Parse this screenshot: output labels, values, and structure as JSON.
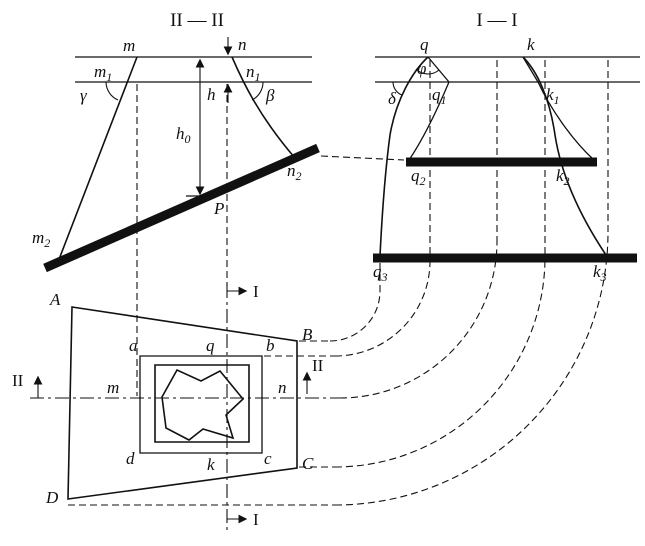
{
  "colors": {
    "ink": "#111111",
    "background": "#ffffff"
  },
  "section_II": {
    "title": "II — II",
    "labels": {
      "m": "m",
      "n": "n",
      "P": "P",
      "gamma": "γ",
      "beta": "β",
      "h": "h",
      "h0_base": "h",
      "h0_sub": "0",
      "m1_base": "m",
      "m1_sub": "1",
      "n1_base": "n",
      "n1_sub": "1",
      "m2_base": "m",
      "m2_sub": "2",
      "n2_base": "n",
      "n2_sub": "2"
    }
  },
  "section_I": {
    "title": "I — I",
    "labels": {
      "q": "q",
      "k": "k",
      "phi": "φ",
      "delta": "δ",
      "q1_base": "q",
      "q1_sub": "1",
      "k1_base": "k",
      "k1_sub": "1",
      "q2_base": "q",
      "q2_sub": "2",
      "k2_base": "k",
      "k2_sub": "2",
      "q3_base": "q",
      "q3_sub": "3",
      "k3_base": "k",
      "k3_sub": "3"
    }
  },
  "plan": {
    "labels": {
      "A": "A",
      "B": "B",
      "C": "C",
      "D": "D",
      "a": "a",
      "b": "b",
      "c": "c",
      "d": "d",
      "m": "m",
      "n": "n",
      "q": "q",
      "k": "k"
    },
    "cut_labels": {
      "I_top": "I",
      "I_bottom": "I",
      "II_left": "II",
      "II_right": "II"
    }
  }
}
